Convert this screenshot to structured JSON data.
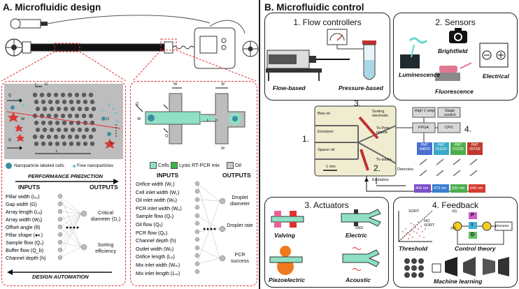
{
  "panelA": {
    "title": "A. Microfluidic design",
    "left_inset": {
      "labels": {
        "Qs": "Q",
        "Lp": "L",
        "G": "G",
        "Wc": "W",
        "Qw": "Q",
        "Dc": "D",
        "theta": "θ",
        "Qb": "Q",
        "La": "L"
      },
      "legend_cells": "Nanoparticle labeled cells",
      "legend_free": "Free nanoparticles",
      "performance": "PERFORMANCE PREDICTION",
      "inputs_header": "INPUTS",
      "outputs_header": "OUTPUTS",
      "inputs": [
        "Pillar width (Lₚ)",
        "Gap width (G)",
        "Array length (Lₐ)",
        "Array width (Wₐ)",
        "Offset angle (θ)",
        "Pillar shape (●◐)",
        "Sample flow (Qₛ)",
        "Buffer flow (Q_b)",
        "Channel depth (h)"
      ],
      "outputs": [
        "Critical diameter (D꜀)",
        "Sorting efficiency"
      ],
      "automation": "DESIGN AUTOMATION"
    },
    "right_inset": {
      "labels": {
        "Wi": "W",
        "Qs": "Q",
        "Wo": "W",
        "Wd": "W",
        "Lo": "L",
        "h": "h",
        "Wm": "W",
        "Qi": "Q"
      },
      "legend": [
        {
          "label": "Cells",
          "color": "#8fe0c4"
        },
        {
          "label": "Lysis RT-PCR mix",
          "color": "#3cb34a"
        },
        {
          "label": "Oil",
          "color": "#c8c8c8"
        }
      ],
      "inputs_header": "INPUTS",
      "outputs_header": "OUTPUTS",
      "inputs": [
        "Orifice width (W꜀)",
        "Cell inlet width (W꜀)",
        "Oil inlet width (Wₒ)",
        "PCR inlet width (Wₚ)",
        "Sample flow (Qₛ)",
        "Oil flow (Qₒ)",
        "PCR flow (Qₚ)",
        "Channel depth (h)",
        "Outlet width (Wₒ)",
        "Orifice length (Lₒ)",
        "Mix inlet width (Wₘ)",
        "Mix inlet length (Lₘ)"
      ],
      "outputs": [
        "Droplet diameter",
        "Droplet rate",
        "PCR success"
      ]
    }
  },
  "panelB": {
    "title": "B. Microfluidic control",
    "flow": {
      "title": "1. Flow controllers",
      "left": "Flow-based",
      "right": "Pressure-based"
    },
    "sensors": {
      "title": "2. Sensors",
      "brightfield": "Brightfield",
      "luminescence": "Luminescence",
      "electrical": "Electrical",
      "fluorescence": "Fluorescence"
    },
    "chip": {
      "num1": "1.",
      "num2": "2.",
      "num3": "3.",
      "num4": "4.",
      "bias_oil": "Bias oil",
      "sorting_electrode": "Sorting electrode",
      "to_print_nozzle": "To Print nozzle",
      "emulsion": "Emulsion",
      "spacer_oil": "Spacer oil",
      "to_waste": "To waste",
      "scale": "1 mm",
      "high_v_amp": "High V amp",
      "stage_control": "Stage control",
      "fpga": "FPGA",
      "cpu": "CPU",
      "detection": "Detection",
      "excitation": "Excitation",
      "pmts": [
        {
          "label": "PMT 448/20",
          "color": "#4a6fd1"
        },
        {
          "label": "PMT 510/20",
          "color": "#3aa9c9"
        },
        {
          "label": "PMT 572/28",
          "color": "#4cae4c"
        },
        {
          "label": "PMT 697/58",
          "color": "#c0392b"
        }
      ],
      "lasers": [
        {
          "label": "405 nm",
          "color": "#7a4fc9"
        },
        {
          "label": "473 nm",
          "color": "#3a7fd1"
        },
        {
          "label": "532 nm",
          "color": "#4cae4c"
        },
        {
          "label": "640 nm",
          "color": "#d63b2f"
        }
      ]
    },
    "actuators": {
      "title": "3. Actuators",
      "valving": "Valving",
      "electric": "Electric",
      "piezoelectric": "Piezoelectric",
      "acoustic": "Acoustic",
      "gnd": "GND"
    },
    "feedback": {
      "title": "4. Feedback",
      "sort": "SORT",
      "no_sort": "NO SORT",
      "threshold": "Threshold",
      "control_theory": "Control theory",
      "machine_learning": "Machine learning",
      "rt": "r(t)",
      "yt": "y(t)",
      "process": "process",
      "P": "P",
      "I": "I",
      "D": "D"
    }
  }
}
